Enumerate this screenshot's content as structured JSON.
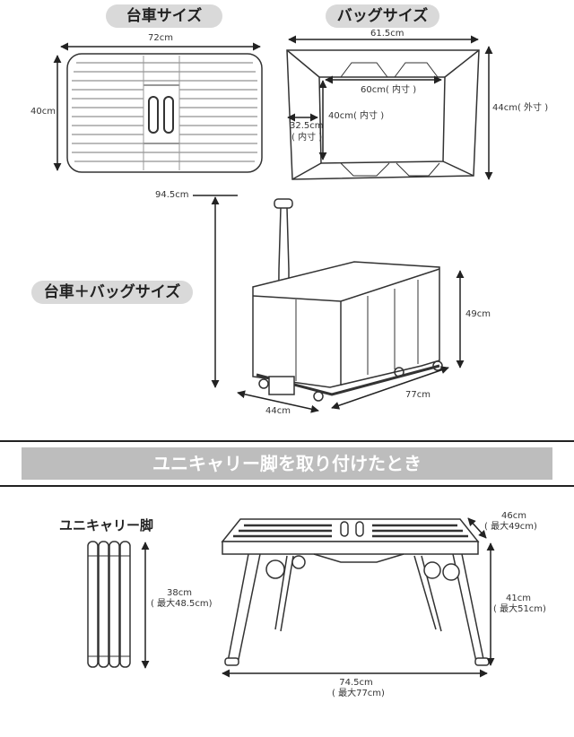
{
  "sections": {
    "cart_size": "台車サイズ",
    "bag_size": "バッグサイズ",
    "cart_bag_size": "台車＋バッグサイズ",
    "banner": "ユニキャリー脚を取り付けたとき",
    "legs_title": "ユニキャリー脚"
  },
  "cart": {
    "width": "72cm",
    "depth": "40cm"
  },
  "bag": {
    "outer_width": "61.5cm",
    "outer_depth": "44cm( 外寸 )",
    "inner_width": "60cm( 内寸 )",
    "inner_depth": "40cm( 内寸 )",
    "inner_height": "32.5cm",
    "inner_height_note": "( 内寸 )"
  },
  "combined": {
    "height": "94.5cm",
    "bag_height": "49cm",
    "length": "77cm",
    "width": "44cm"
  },
  "legs": {
    "length": "38cm",
    "length_max": "( 最大48.5cm)"
  },
  "table": {
    "depth": "46cm",
    "depth_max": "( 最大49cm)",
    "height": "41cm",
    "height_max": "( 最大51cm)",
    "width": "74.5cm",
    "width_max": "( 最大77cm)"
  },
  "colors": {
    "pill": "#d9d9d9",
    "banner": "#bdbdbd",
    "line": "#222222"
  }
}
